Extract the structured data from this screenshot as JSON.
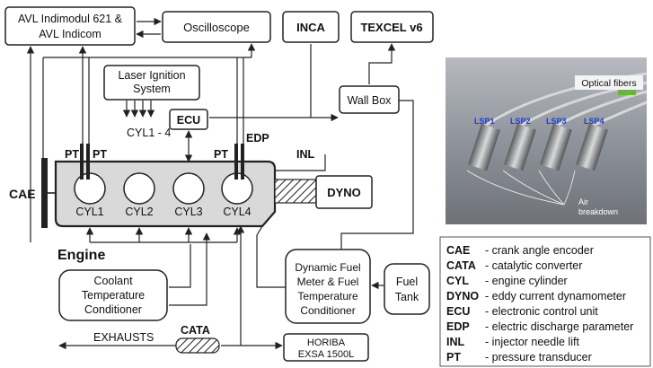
{
  "diagram": {
    "boxes": {
      "avl": [
        "AVL Indimodul 621 &",
        "AVL Indicom"
      ],
      "oscilloscope": "Oscilloscope",
      "inca": "INCA",
      "texcel": "TEXCEL v6",
      "laser": [
        "Laser Ignition",
        "System"
      ],
      "wall_box": "Wall Box",
      "ecu": "ECU",
      "dyno": "DYNO",
      "coolant": [
        "Coolant",
        "Temperature",
        "Conditioner"
      ],
      "fuel_meter": [
        "Dynamic Fuel",
        "Meter & Fuel",
        "Temperature",
        "Conditioner"
      ],
      "fuel_tank": [
        "Fuel",
        "Tank"
      ],
      "horiba": [
        "HORIBA",
        "EXSA 1500L"
      ],
      "cata": "CATA"
    },
    "labels": {
      "cyl_range": "CYL1 - 4",
      "pt_left_1": "PT",
      "pt_left_2": "PT",
      "pt_right": "PT",
      "edp": "EDP",
      "inl": "INL",
      "cae": "CAE",
      "engine": "Engine",
      "exhausts": "EXHAUSTS"
    },
    "cylinders": [
      "CYL1",
      "CYL2",
      "CYL3",
      "CYL4"
    ]
  },
  "photo": {
    "title": "Optical fibers",
    "plugs": [
      "LSP1",
      "LSP2",
      "LSP3",
      "LSP4"
    ],
    "caption": [
      "Air",
      "breakdown"
    ]
  },
  "legend": [
    {
      "key": "CAE",
      "desc": "- crank angle encoder"
    },
    {
      "key": "CATA",
      "desc": "- catalytic converter"
    },
    {
      "key": "CYL",
      "desc": "- engine cylinder"
    },
    {
      "key": "DYNO",
      "desc": "- eddy current dynamometer"
    },
    {
      "key": "ECU",
      "desc": "- electronic control unit"
    },
    {
      "key": "EDP",
      "desc": "- electric discharge parameter"
    },
    {
      "key": "INL",
      "desc": "- injector needle lift"
    },
    {
      "key": "PT",
      "desc": "- pressure transducer"
    }
  ],
  "colors": {
    "engine_fill": "#d9d9d9",
    "photo_bg": "#9a9ea6",
    "plug_label": "#1a3fd0"
  }
}
